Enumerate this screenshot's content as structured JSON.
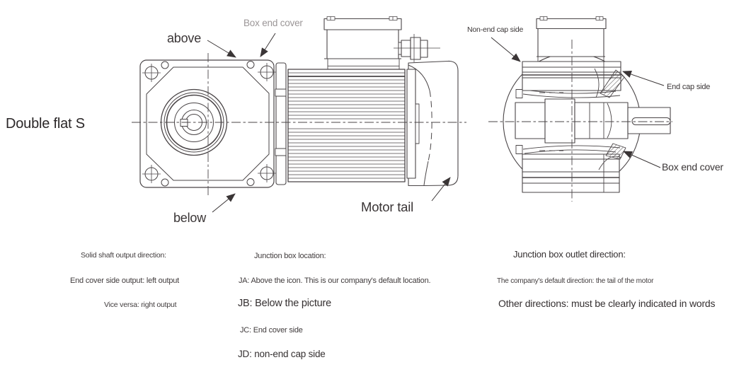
{
  "front_view": {
    "title": "Double flat S",
    "label_above": "above",
    "label_below": "below",
    "label_box_end_cover": "Box end cover"
  },
  "side_view": {
    "label_motor_tail": "Motor tail"
  },
  "rear_view": {
    "label_non_end_cap_side": "Non-end cap side",
    "label_end_cap_side": "End cap side",
    "label_box_end_cover": "Box end cover"
  },
  "notes": {
    "solid_shaft": {
      "line1": "Solid shaft output direction:",
      "line2": "End cover side output: left output",
      "line3": "Vice versa: right output"
    },
    "junction_box_location": {
      "title": "Junction box location:",
      "ja": "JA: Above the icon. This is our company's default location.",
      "jb": "JB: Below the picture",
      "jc": "JC: End cover side",
      "jd": "JD: non-end cap side"
    },
    "junction_box_outlet": {
      "title": "Junction box outlet direction:",
      "line2": "The company's default direction: the tail of the motor",
      "line3": "Other directions: must be clearly indicated in words"
    }
  },
  "colors": {
    "line": "#4a4547",
    "text_dark": "#3a3536",
    "label_gray": "#9b9697",
    "background": "#ffffff"
  }
}
